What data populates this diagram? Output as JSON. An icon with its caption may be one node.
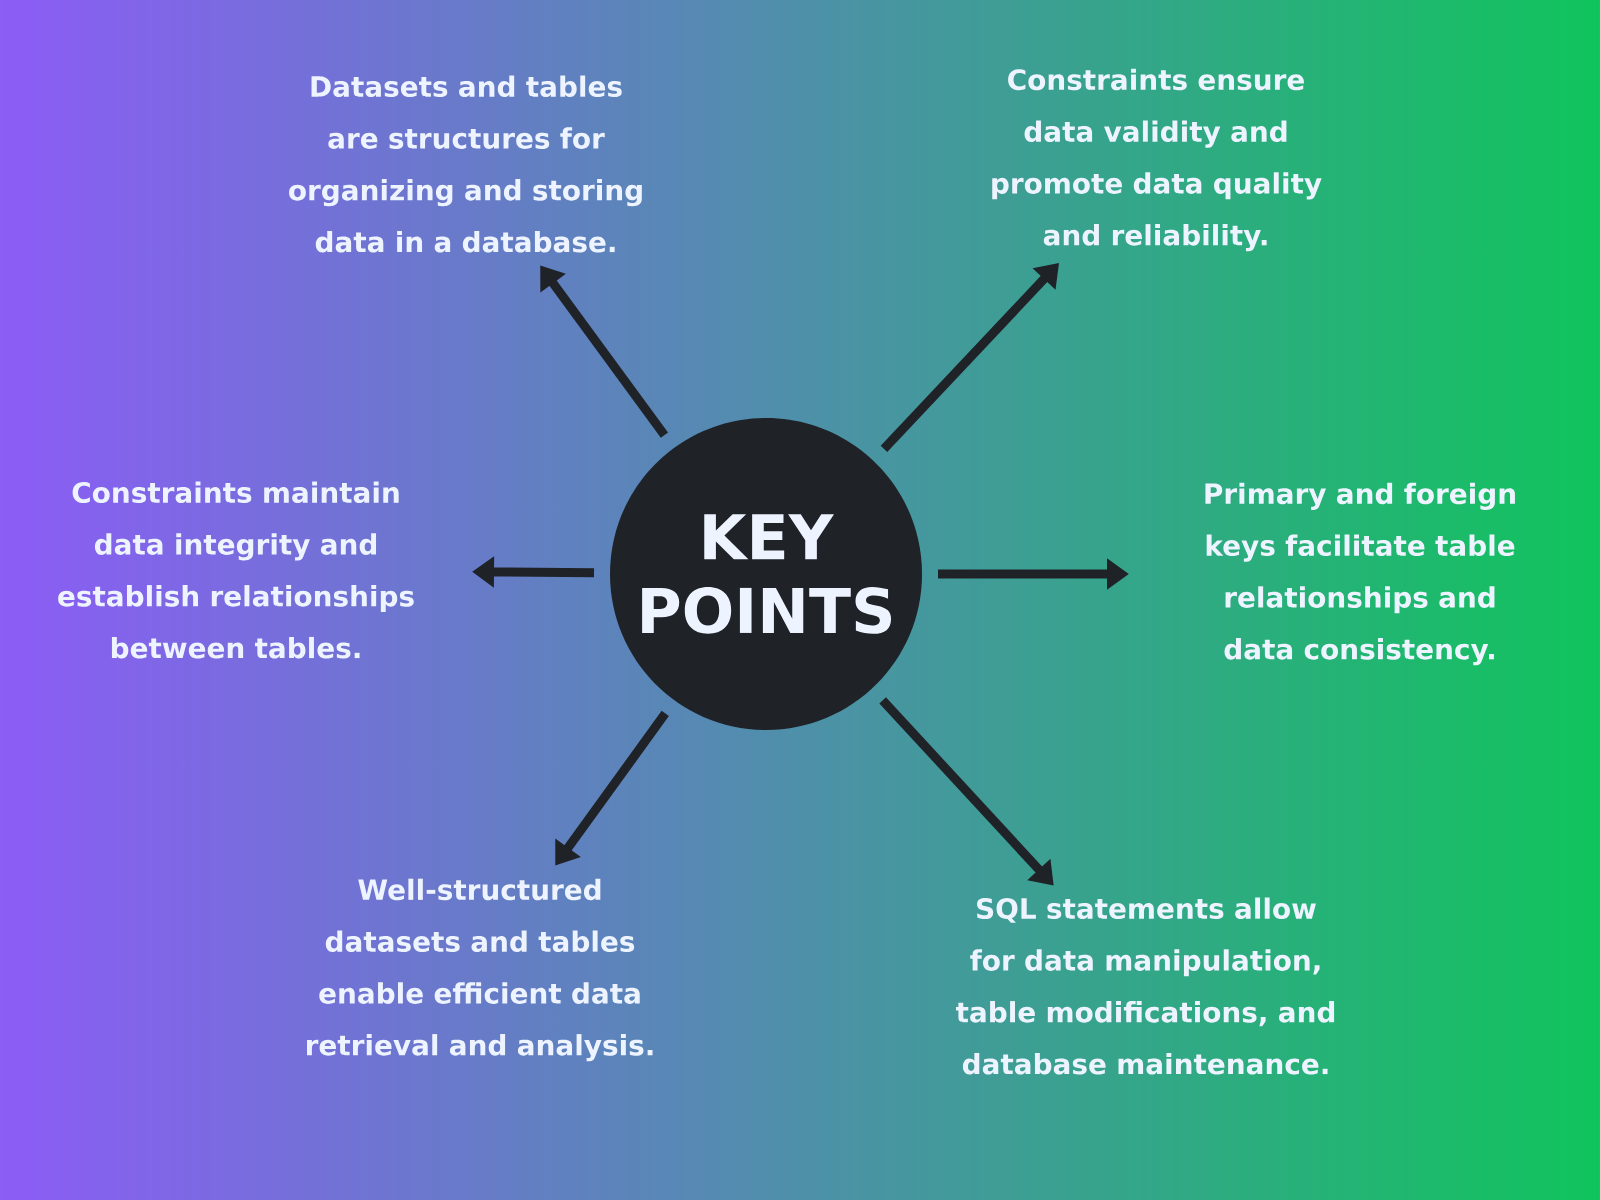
{
  "diagram": {
    "nodes": [
      {
        "text": [
          "KEY POINTS"
        ]
      },
      {
        "text": [
          "Datasets and tables are structures for organizing and storing data in a database."
        ]
      },
      {
        "text": [
          "Constraints ensure data validity and promote data quality and reliability."
        ]
      },
      {
        "text": [
          "Constraints maintain data integrity and establish relationships between tables."
        ]
      },
      {
        "text": [
          "Primary and foreign keys facilitate table relationships and data consistency."
        ]
      },
      {
        "text": [
          "Well-structured datasets and tables enable efficient data retrieval and analysis."
        ]
      },
      {
        "text": [
          "SQL statements allow for data manipulation, table modifications, and database maintenance."
        ]
      }
    ],
    "edges": [
      {
        "from": 0,
        "to": 1,
        "arrow": "to"
      },
      {
        "from": 0,
        "to": 2,
        "arrow": "to"
      },
      {
        "from": 0,
        "to": 3,
        "arrow": "to"
      },
      {
        "from": 0,
        "to": 4,
        "arrow": "to"
      },
      {
        "from": 0,
        "to": 5,
        "arrow": "to"
      },
      {
        "from": 0,
        "to": 6,
        "arrow": "to"
      }
    ]
  }
}
